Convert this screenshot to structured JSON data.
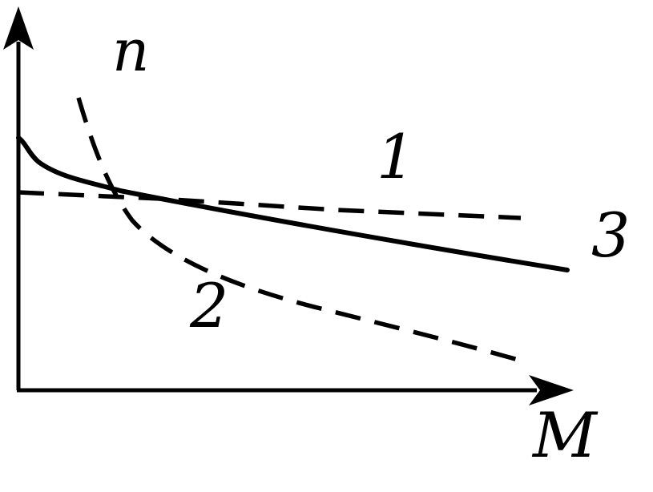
{
  "axes": {
    "y_label": "n",
    "x_label": "M"
  },
  "curves": [
    {
      "label": "1",
      "style": "dashed"
    },
    {
      "label": "2",
      "style": "dashed"
    },
    {
      "label": "3",
      "style": "solid"
    }
  ],
  "colors": {
    "ink": "#000000",
    "background": "#ffffff"
  }
}
